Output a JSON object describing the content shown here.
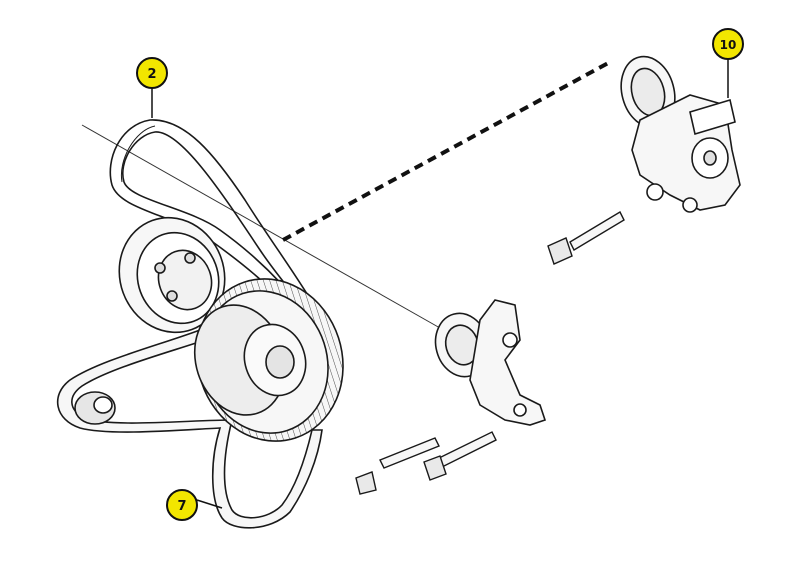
{
  "callouts": [
    {
      "id": "2",
      "label": "2"
    },
    {
      "id": "7",
      "label": "7"
    },
    {
      "id": "10",
      "label": "10"
    }
  ],
  "colors": {
    "callout_fill": "#f2e600",
    "line": "#1a1a1a",
    "part_fill": "#f7f7f7",
    "shade": "#d9d9d9"
  },
  "parts": [
    "belt-2",
    "belt-7",
    "crank-pulley",
    "idler-pulley",
    "tensioner-10",
    "tensioner-small",
    "bolts",
    "nuts"
  ]
}
